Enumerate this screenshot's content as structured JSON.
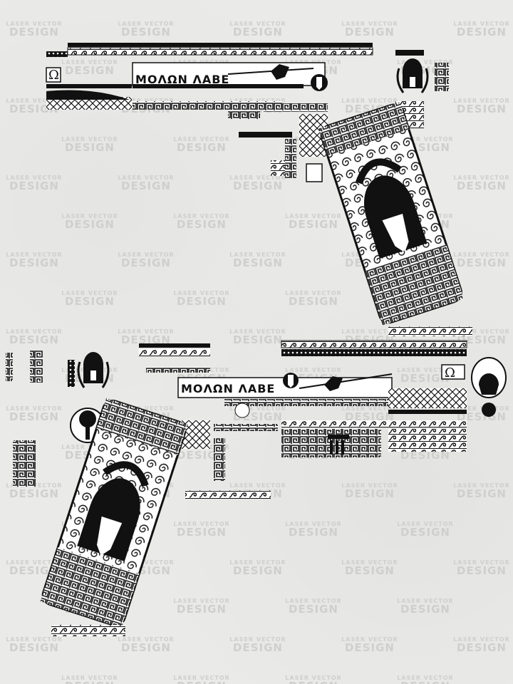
{
  "watermark": {
    "line1": "LASER VECTOR",
    "line2": "DESIGN"
  },
  "engraving": {
    "motto": "ΜΟΛΩΝ ΛΑΒΕ",
    "omega_symbol": "Ω",
    "theme_icons": [
      "spartan-helmet-icon",
      "laurel-wreath-icon",
      "spartan-warrior-icon",
      "greek-column-icon",
      "tree-of-life-icon",
      "greek-key-meander-pattern"
    ]
  },
  "colors": {
    "ink": "#111111",
    "paper": "#eaeae8",
    "watermark": "#cfcfcd"
  }
}
